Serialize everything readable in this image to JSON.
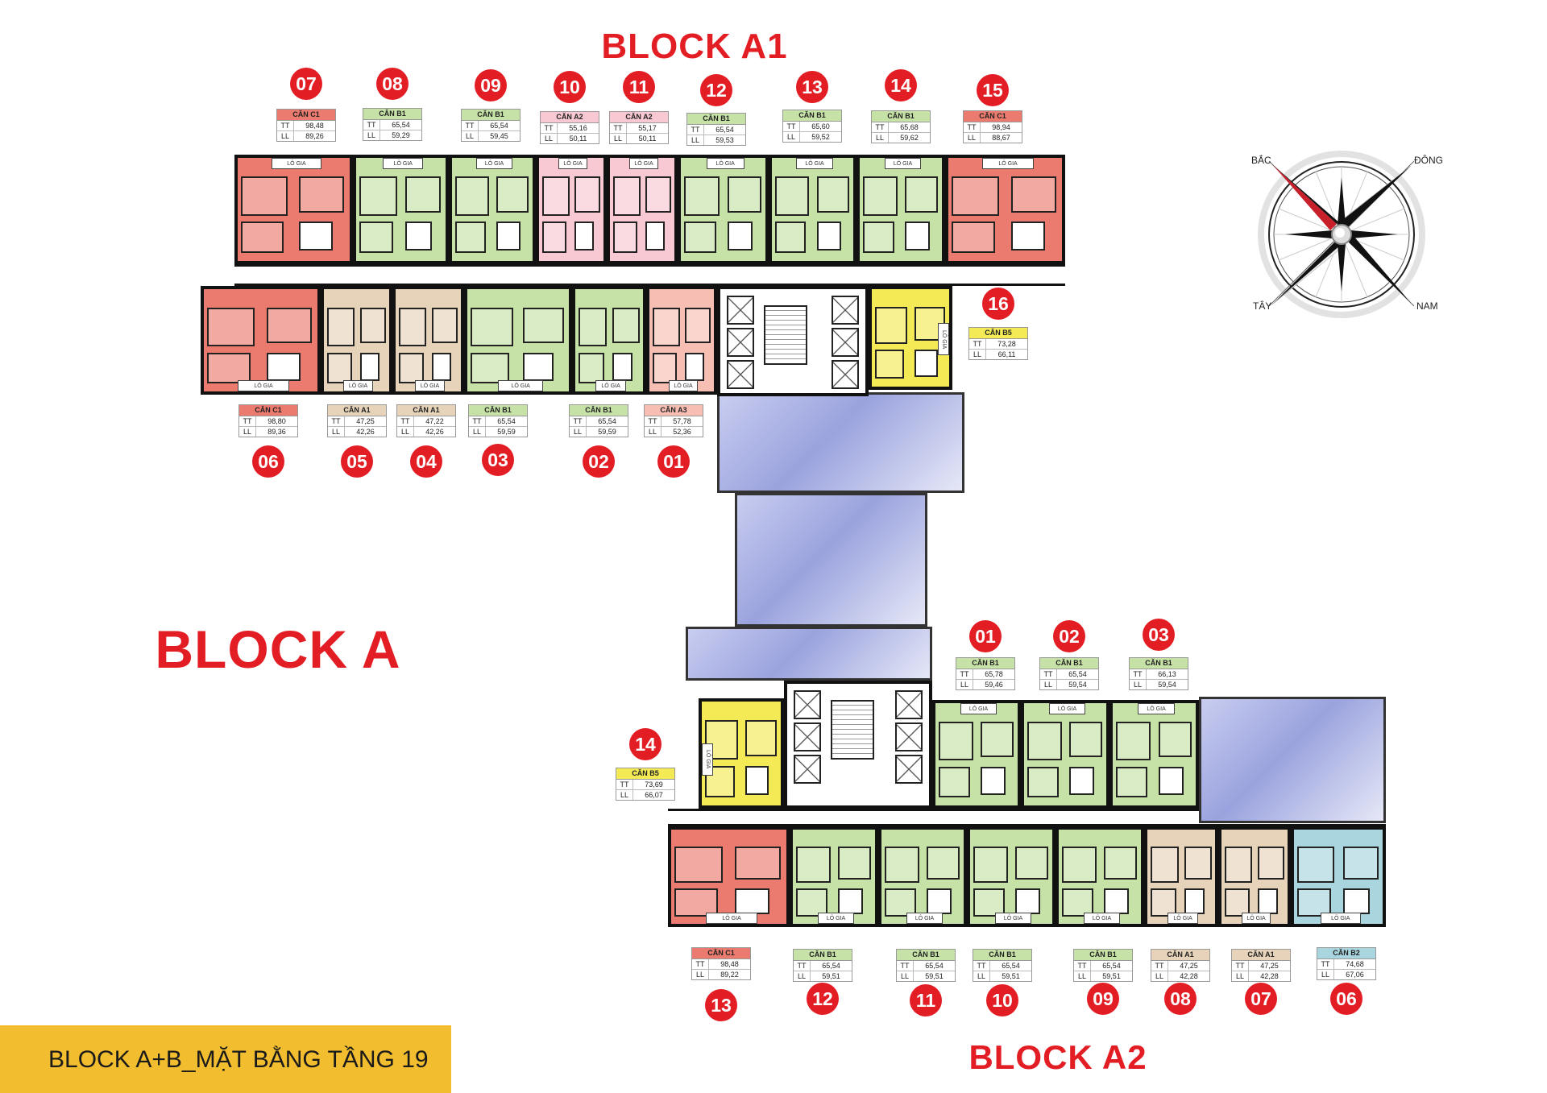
{
  "titles": {
    "block_a1": "BLOCK A1",
    "block_a": "BLOCK A",
    "block_a2": "BLOCK A2"
  },
  "footer": {
    "caption": "BLOCK A+B_MẶT BẰNG TẦNG 19"
  },
  "compass": {
    "north": "BẮC",
    "east": "ĐÔNG",
    "west": "TÂY",
    "south": "NAM"
  },
  "loggia_label": "LÔ GIA",
  "row_keys": {
    "tt": "TT",
    "ll": "LL"
  },
  "colors": {
    "badge": "#e31d24",
    "C1": "#ec7b6f",
    "B1": "#c6e2a6",
    "A2": "#f8c8d3",
    "A1": "#e6d3ba",
    "A3": "#f7bfb3",
    "B5": "#f3ea55",
    "B2": "#a9d5df"
  },
  "units": [
    {
      "no": "07",
      "type": "CĂN C1",
      "code": "C1",
      "tt": "98,48",
      "ll": "89,26"
    },
    {
      "no": "08",
      "type": "CĂN B1",
      "code": "B1",
      "tt": "65,54",
      "ll": "59,29"
    },
    {
      "no": "09",
      "type": "CĂN B1",
      "code": "B1",
      "tt": "65,54",
      "ll": "59,45"
    },
    {
      "no": "10",
      "type": "CĂN A2",
      "code": "A2",
      "tt": "55,16",
      "ll": "50,11"
    },
    {
      "no": "11",
      "type": "CĂN A2",
      "code": "A2",
      "tt": "55,17",
      "ll": "50,11"
    },
    {
      "no": "12",
      "type": "CĂN B1",
      "code": "B1",
      "tt": "65,54",
      "ll": "59,53"
    },
    {
      "no": "13",
      "type": "CĂN B1",
      "code": "B1",
      "tt": "65,60",
      "ll": "59,52"
    },
    {
      "no": "14",
      "type": "CĂN B1",
      "code": "B1",
      "tt": "65,68",
      "ll": "59,62"
    },
    {
      "no": "15",
      "type": "CĂN C1",
      "code": "C1",
      "tt": "98,94",
      "ll": "88,67"
    },
    {
      "no": "06",
      "type": "CĂN C1",
      "code": "C1",
      "tt": "98,80",
      "ll": "89,36"
    },
    {
      "no": "05",
      "type": "CĂN A1",
      "code": "A1",
      "tt": "47,25",
      "ll": "42,26"
    },
    {
      "no": "04",
      "type": "CĂN A1",
      "code": "A1",
      "tt": "47,22",
      "ll": "42,26"
    },
    {
      "no": "03",
      "type": "CĂN B1",
      "code": "B1",
      "tt": "65,54",
      "ll": "59,59"
    },
    {
      "no": "02",
      "type": "CĂN B1",
      "code": "B1",
      "tt": "65,54",
      "ll": "59,59"
    },
    {
      "no": "01",
      "type": "CĂN A3",
      "code": "A3",
      "tt": "57,78",
      "ll": "52,36"
    },
    {
      "no": "16",
      "type": "CĂN B5",
      "code": "B5",
      "tt": "73,28",
      "ll": "66,11"
    },
    {
      "no": "01",
      "type": "CĂN B1",
      "code": "B1",
      "tt": "65,78",
      "ll": "59,46"
    },
    {
      "no": "02",
      "type": "CĂN B1",
      "code": "B1",
      "tt": "65,54",
      "ll": "59,54"
    },
    {
      "no": "03",
      "type": "CĂN B1",
      "code": "B1",
      "tt": "66,13",
      "ll": "59,54"
    },
    {
      "no": "14",
      "type": "CĂN B5",
      "code": "B5",
      "tt": "73,69",
      "ll": "66,07"
    },
    {
      "no": "13",
      "type": "CĂN C1",
      "code": "C1",
      "tt": "98,48",
      "ll": "89,22"
    },
    {
      "no": "12",
      "type": "CĂN B1",
      "code": "B1",
      "tt": "65,54",
      "ll": "59,51"
    },
    {
      "no": "11",
      "type": "CĂN B1",
      "code": "B1",
      "tt": "65,54",
      "ll": "59,51"
    },
    {
      "no": "10",
      "type": "CĂN B1",
      "code": "B1",
      "tt": "65,54",
      "ll": "59,51"
    },
    {
      "no": "09",
      "type": "CĂN B1",
      "code": "B1",
      "tt": "65,54",
      "ll": "59,51"
    },
    {
      "no": "08",
      "type": "CĂN A1",
      "code": "A1",
      "tt": "47,25",
      "ll": "42,28"
    },
    {
      "no": "07",
      "type": "CĂN A1",
      "code": "A1",
      "tt": "47,25",
      "ll": "42,28"
    },
    {
      "no": "06",
      "type": "CĂN B2",
      "code": "B2",
      "tt": "74,68",
      "ll": "67,06"
    }
  ]
}
